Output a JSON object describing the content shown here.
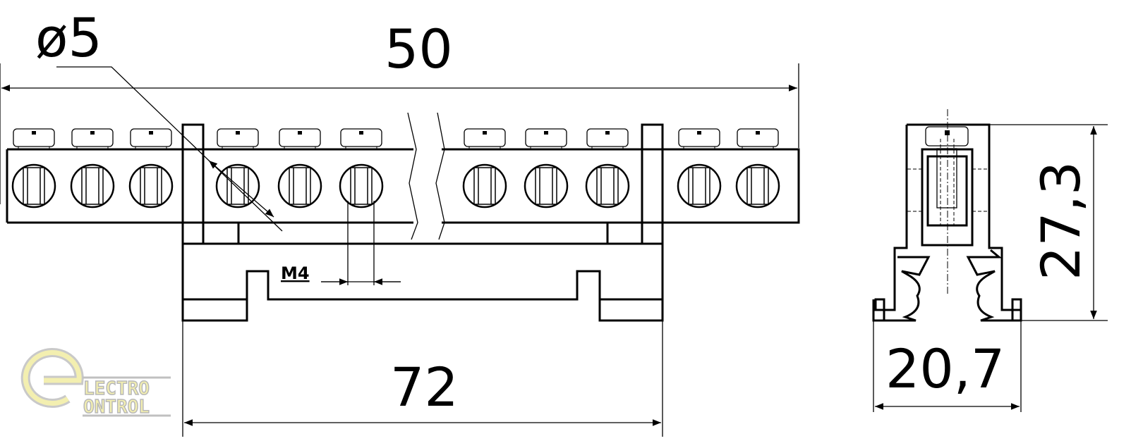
{
  "title": "Terminal busbar drawing",
  "dimensions": {
    "total_length": "50",
    "base_length": "72",
    "hole_diameter": "ø5",
    "screw_thread": "M4",
    "height": "27,3",
    "width": "20,7"
  },
  "logo": {
    "line1": "LECTRO",
    "line2": "ONTROL",
    "initial": "e"
  },
  "colors": {
    "line": "#000000",
    "logo_fill": "#f3efb0",
    "logo_stroke": "#b8b8b8"
  }
}
